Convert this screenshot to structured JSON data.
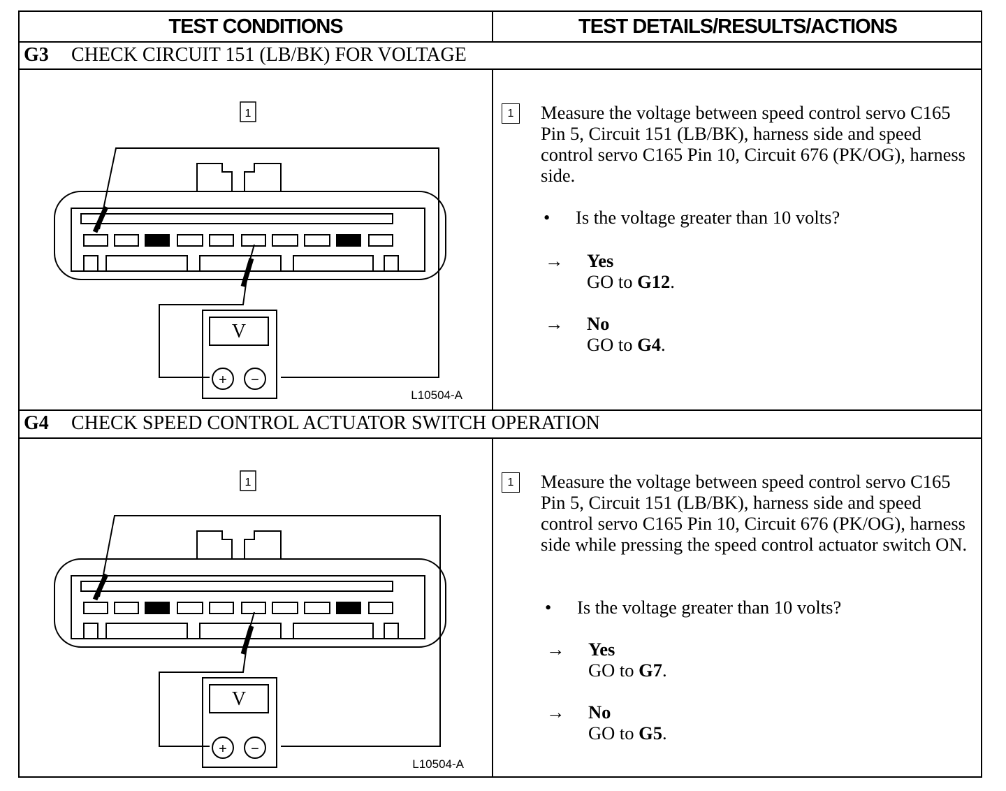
{
  "header": {
    "left": "TEST CONDITIONS",
    "right": "TEST DETAILS/RESULTS/ACTIONS"
  },
  "steps": [
    {
      "code": "G3",
      "title": "CHECK CIRCUIT 151 (LB/BK) FOR VOLTAGE",
      "figure": {
        "step_number": "1",
        "meter_symbol": "V",
        "plus": "+",
        "minus": "−",
        "figure_id": "L10504-A"
      },
      "step_number": "1",
      "instruction": "Measure the voltage between speed control servo C165 Pin 5, Circuit 151 (LB/BK), harness side and speed control servo C165 Pin 10, Circuit 676 (PK/OG), harness side.",
      "bullet": "•",
      "question": "Is the voltage greater than 10 volts?",
      "arrow": "→",
      "yes": {
        "label": "Yes",
        "go": "GO to",
        "target": "G12",
        "end": "."
      },
      "no": {
        "label": "No",
        "go": "GO to",
        "target": "G4",
        "end": "."
      }
    },
    {
      "code": "G4",
      "title": "CHECK SPEED CONTROL ACTUATOR SWITCH OPERATION",
      "figure": {
        "step_number": "1",
        "meter_symbol": "V",
        "plus": "+",
        "minus": "−",
        "figure_id": "L10504-A"
      },
      "step_number": "1",
      "instruction": "Measure the voltage between speed control servo C165 Pin 5, Circuit 151 (LB/BK), harness side and speed control servo C165 Pin 10, Circuit 676 (PK/OG), harness side while pressing the speed control actuator switch ON.",
      "bullet": "•",
      "question": "Is the voltage greater than 10 volts?",
      "arrow": "→",
      "yes": {
        "label": "Yes",
        "go": "GO to",
        "target": "G7",
        "end": "."
      },
      "no": {
        "label": "No",
        "go": "GO to",
        "target": "G5",
        "end": "."
      }
    }
  ]
}
